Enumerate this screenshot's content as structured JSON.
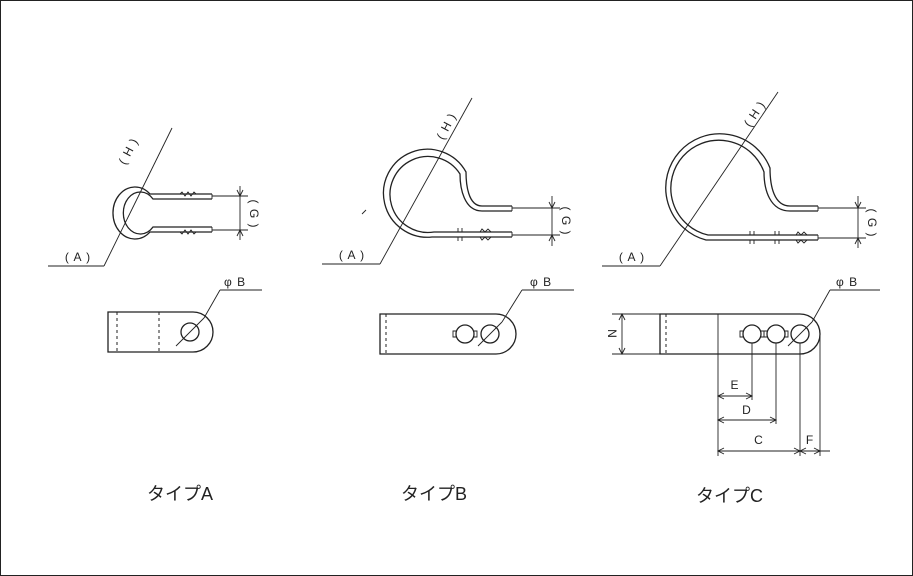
{
  "labels": {
    "h": "( H )",
    "a": "( A )",
    "g": "( G )",
    "b": "φ B",
    "n": "N",
    "e": "E",
    "d": "D",
    "c": "C",
    "f": "F"
  },
  "captions": {
    "type_a": "タイプA",
    "type_b": "タイプB",
    "type_c": "タイプC"
  }
}
